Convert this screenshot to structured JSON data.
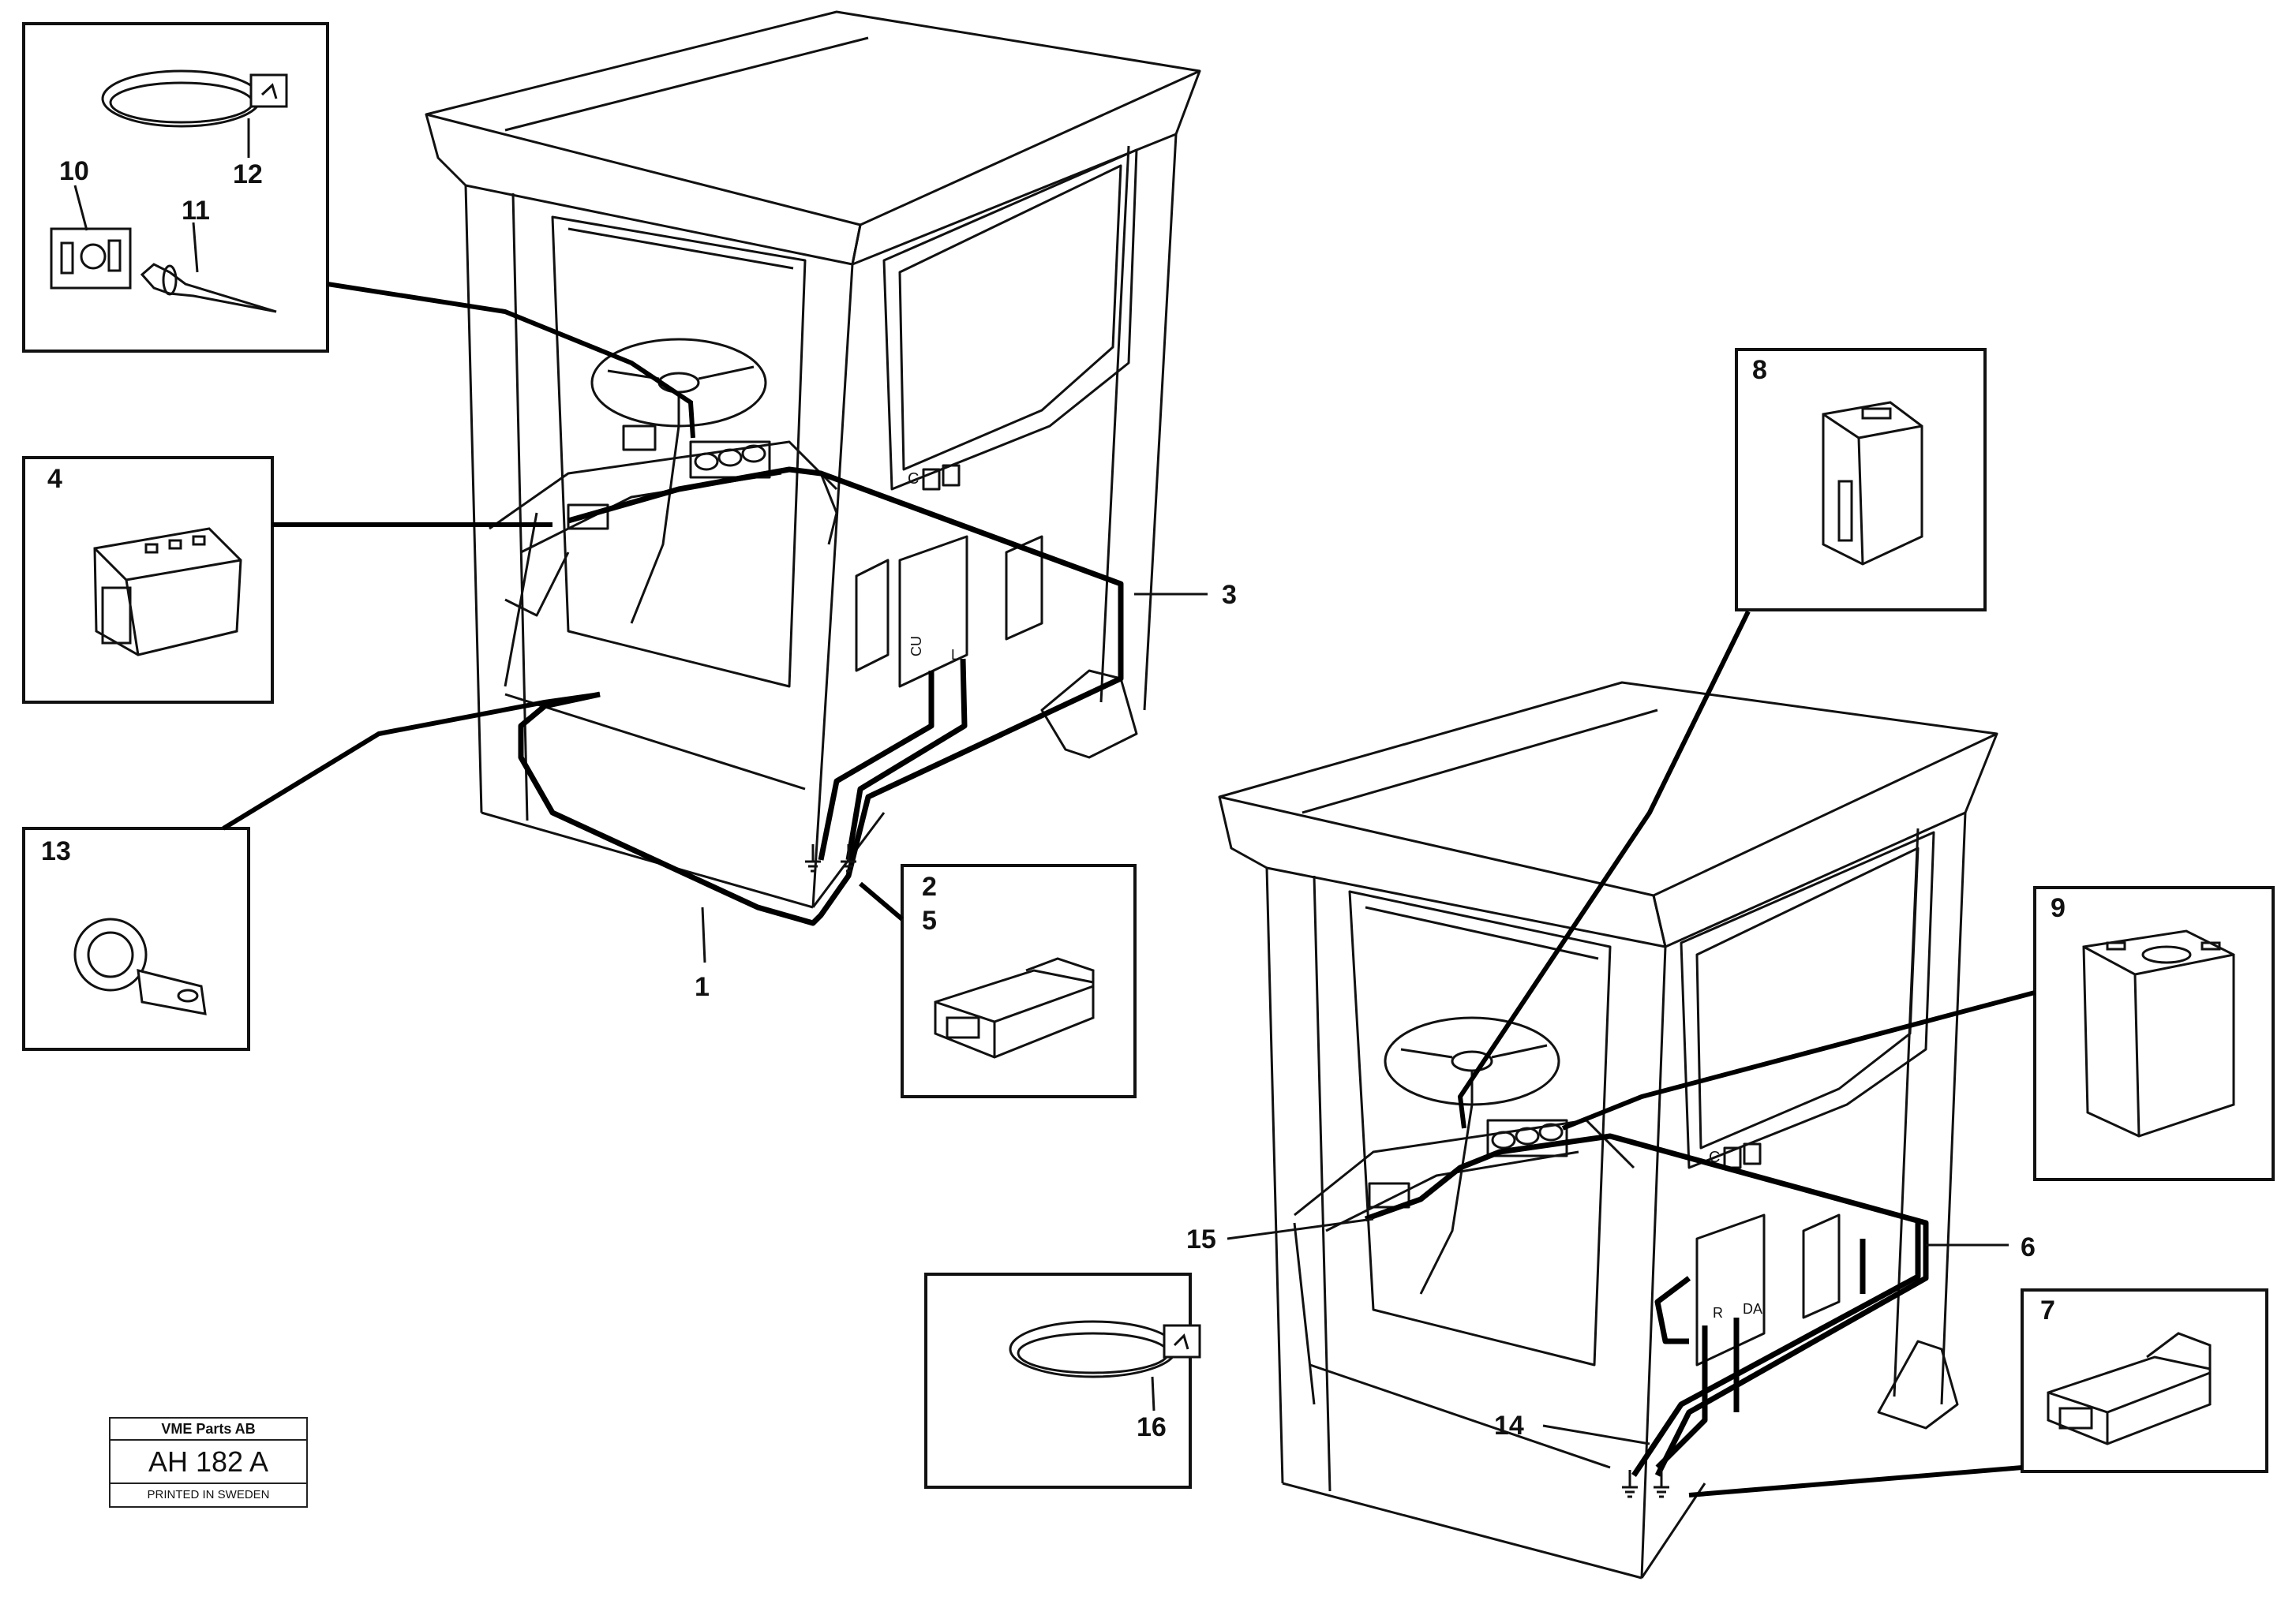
{
  "callouts": {
    "c1": "1",
    "c2": "2",
    "c3": "3",
    "c4": "4",
    "c5": "5",
    "c6": "6",
    "c7": "7",
    "c8": "8",
    "c9": "9",
    "c10": "10",
    "c11": "11",
    "c12": "12",
    "c13": "13",
    "c14": "14",
    "c15": "15",
    "c16": "16"
  },
  "terminal_labels": {
    "cu": "CU",
    "l": "L",
    "r": "R",
    "da": "DA",
    "c_top": "C",
    "c_bottom": "C"
  },
  "stamp": {
    "company": "VME Parts AB",
    "code": "AH 182 A",
    "printed": "PRINTED IN SWEDEN"
  }
}
